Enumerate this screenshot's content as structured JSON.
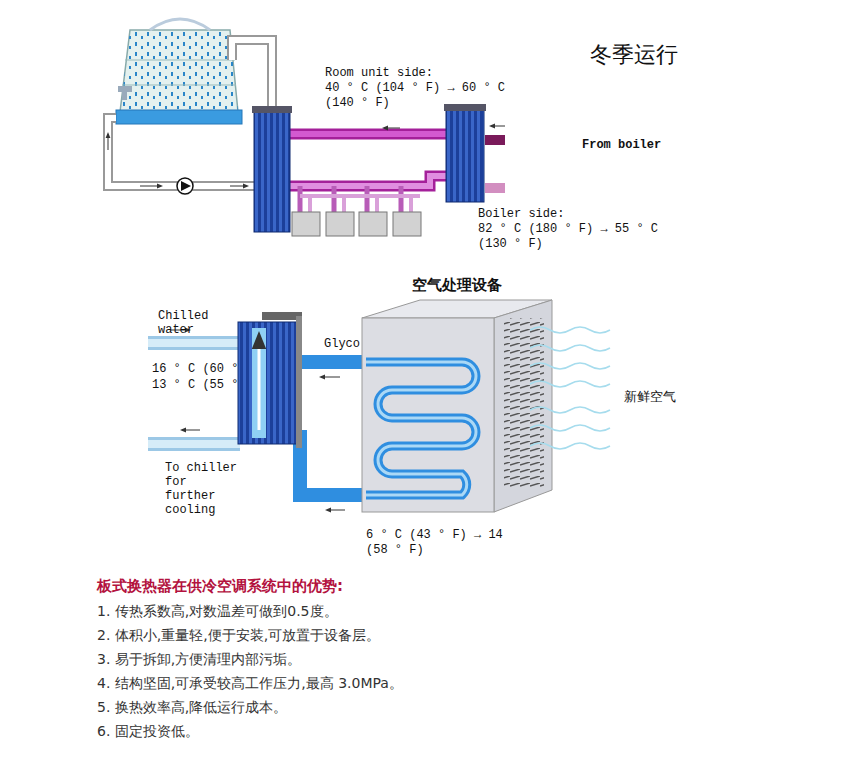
{
  "diagram": {
    "title": "冬季运行",
    "nodes": [
      {
        "text": [
          "空气处理设备"
        ]
      }
    ],
    "labels": [
      "Room unit side:",
      "40 ° C (104 ° F) → 60 ° C",
      "(140 ° F)",
      "From boiler",
      "Boiler side:",
      "82 ° C (180 ° F) → 55 ° C",
      "(130 ° F)",
      "Chilled water",
      "16 ° C (60 °",
      "13 ° C (55 °",
      "Glyco",
      "To chiller for further cooling",
      "新鲜空气",
      "6 ° C (43 ° F) → 14",
      "(58 ° F)",
      "板式换热器在供冷空调系统中的优势:",
      "1. 传热系数高,对数温差可做到0.5度。",
      "2. 体积小,重量轻,便于安装,可放置于设备层。",
      "3. 易于拆卸,方便清理内部污垢。",
      "4. 结构坚固,可承受较高工作压力,最高 3.0MPa。",
      "5. 换热效率高,降低运行成本。",
      "6.  固定投资低。"
    ]
  }
}
